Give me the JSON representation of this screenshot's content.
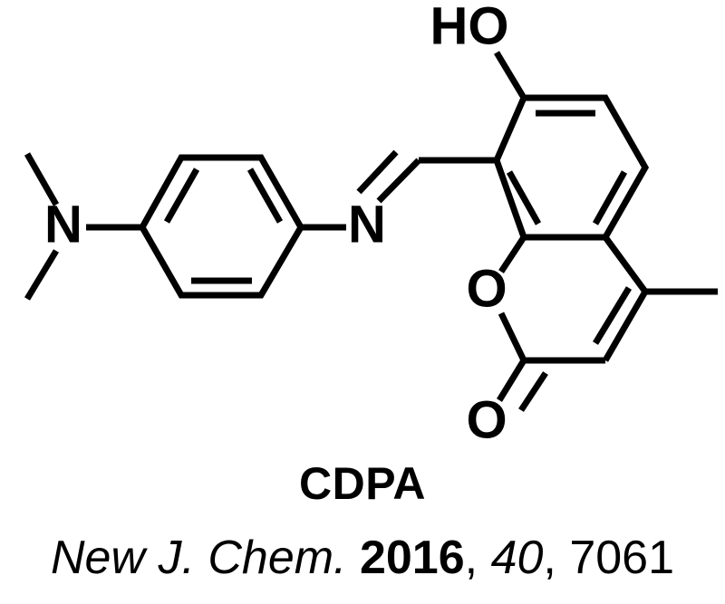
{
  "figure": {
    "kind": "chemical-structure-diagram",
    "background_color": "#ffffff",
    "line_color": "#000000"
  },
  "molecule": {
    "common_name": "CDPA",
    "atom_labels": {
      "hydroxyl": "HO",
      "imine_nitrogen": "N",
      "amine_nitrogen": "N",
      "ring_oxygen": "O",
      "carbonyl_oxygen": "O"
    }
  },
  "caption": {
    "compound_label": "CDPA"
  },
  "citation": {
    "journal": "New J. Chem.",
    "space1": " ",
    "year": "2016",
    "comma1": ", ",
    "volume": "40",
    "comma2": ", ",
    "pages": "7061",
    "full_text": "New J. Chem. 2016, 40, 7061"
  }
}
